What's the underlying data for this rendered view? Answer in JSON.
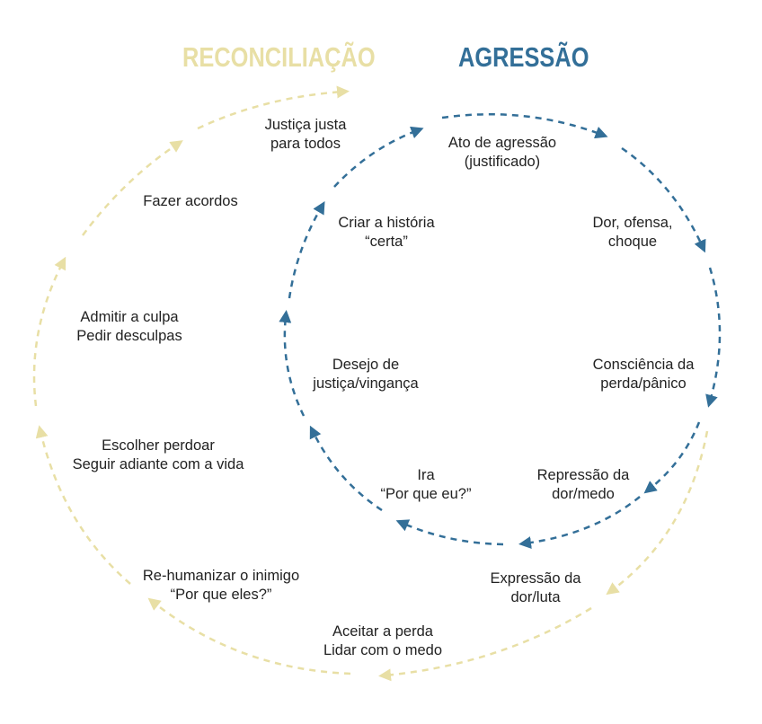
{
  "titles": {
    "reconciliation": "RECONCILIAÇÃO",
    "aggression": "AGRESSÃO"
  },
  "colors": {
    "reconciliation": "#e8dfa5",
    "aggression": "#336f98",
    "text": "#222222"
  },
  "aggression_cycle": [
    {
      "line1": "Ato de agressão",
      "line2": "(justificado)"
    },
    {
      "line1": "Dor, ofensa,",
      "line2": "choque"
    },
    {
      "line1": "Consciência da",
      "line2": "perda/pânico"
    },
    {
      "line1": "Repressão da",
      "line2": "dor/medo"
    },
    {
      "line1": "Ira",
      "line2": "“Por que eu?”"
    },
    {
      "line1": "Desejo de",
      "line2": "justiça/vingança"
    },
    {
      "line1": "Criar a história",
      "line2": "“certa”"
    },
    {
      "line1": "Justiça justa",
      "line2": "para todos"
    }
  ],
  "reconciliation_cycle": [
    {
      "line1": "Expressão da",
      "line2": "dor/luta"
    },
    {
      "line1": "Aceitar a perda",
      "line2": "Lidar com o medo"
    },
    {
      "line1": "Re-humanizar o inimigo",
      "line2": "“Por que eles?”"
    },
    {
      "line1": "Escolher perdoar",
      "line2": "Seguir adiante com a vida"
    },
    {
      "line1": "Admitir a culpa",
      "line2": "Pedir desculpas"
    },
    {
      "line1": "Fazer acordos",
      "line2": ""
    }
  ]
}
